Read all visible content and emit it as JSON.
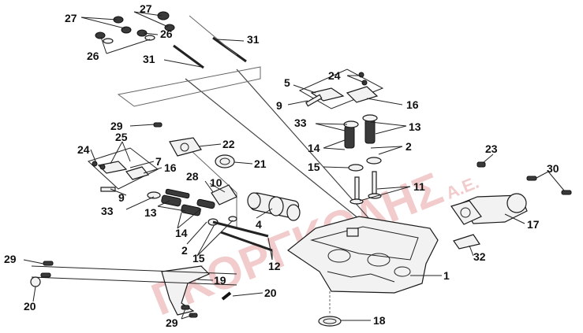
{
  "diagram": {
    "watermark": "ΓΚΟΡΓΚΟΛΗΣ",
    "watermark_suffix": "A.E.",
    "callouts": [
      {
        "id": "c27a",
        "label": "27"
      },
      {
        "id": "c27b",
        "label": "27"
      },
      {
        "id": "c26a",
        "label": "26"
      },
      {
        "id": "c26b",
        "label": "26"
      },
      {
        "id": "c31a",
        "label": "31"
      },
      {
        "id": "c31b",
        "label": "31"
      },
      {
        "id": "c5",
        "label": "5"
      },
      {
        "id": "c24a",
        "label": "24"
      },
      {
        "id": "c16a",
        "label": "16"
      },
      {
        "id": "c9a",
        "label": "9"
      },
      {
        "id": "c33a",
        "label": "33"
      },
      {
        "id": "c13a",
        "label": "13"
      },
      {
        "id": "c14a",
        "label": "14"
      },
      {
        "id": "c2a",
        "label": "2"
      },
      {
        "id": "c15a",
        "label": "15"
      },
      {
        "id": "c23",
        "label": "23"
      },
      {
        "id": "c29a",
        "label": "29"
      },
      {
        "id": "c22",
        "label": "22"
      },
      {
        "id": "c25",
        "label": "25"
      },
      {
        "id": "c24b",
        "label": "24"
      },
      {
        "id": "c7",
        "label": "7"
      },
      {
        "id": "c16b",
        "label": "16"
      },
      {
        "id": "c21",
        "label": "21"
      },
      {
        "id": "c9b",
        "label": "9"
      },
      {
        "id": "c28",
        "label": "28"
      },
      {
        "id": "c10",
        "label": "10"
      },
      {
        "id": "c33b",
        "label": "33"
      },
      {
        "id": "c11",
        "label": "11"
      },
      {
        "id": "c30",
        "label": "30"
      },
      {
        "id": "c4",
        "label": "4"
      },
      {
        "id": "c17",
        "label": "17"
      },
      {
        "id": "c13b",
        "label": "13"
      },
      {
        "id": "c14b",
        "label": "14"
      },
      {
        "id": "c2b",
        "label": "2"
      },
      {
        "id": "c15b",
        "label": "15"
      },
      {
        "id": "c12",
        "label": "12"
      },
      {
        "id": "c32",
        "label": "32"
      },
      {
        "id": "c29b",
        "label": "29"
      },
      {
        "id": "c1",
        "label": "1"
      },
      {
        "id": "c19",
        "label": "19"
      },
      {
        "id": "c20a",
        "label": "20"
      },
      {
        "id": "c20b",
        "label": "20"
      },
      {
        "id": "c29c",
        "label": "29"
      },
      {
        "id": "c18",
        "label": "18"
      }
    ]
  }
}
